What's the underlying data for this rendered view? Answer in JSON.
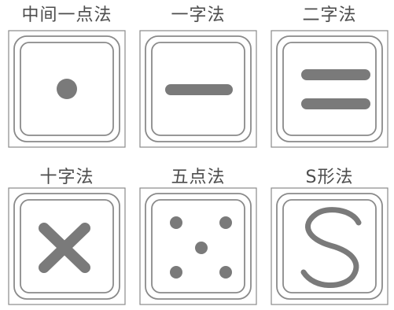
{
  "methods": [
    {
      "label": "中间一点法",
      "pattern": "center-dot"
    },
    {
      "label": "一字法",
      "pattern": "single-line"
    },
    {
      "label": "二字法",
      "pattern": "double-line"
    },
    {
      "label": "十字法",
      "pattern": "cross"
    },
    {
      "label": "五点法",
      "pattern": "five-dots"
    },
    {
      "label": "S形法",
      "pattern": "s-curve"
    }
  ],
  "colors": {
    "frame": "#8a8a8a",
    "mark": "#7a7a7a",
    "label": "#4d4d4d"
  }
}
